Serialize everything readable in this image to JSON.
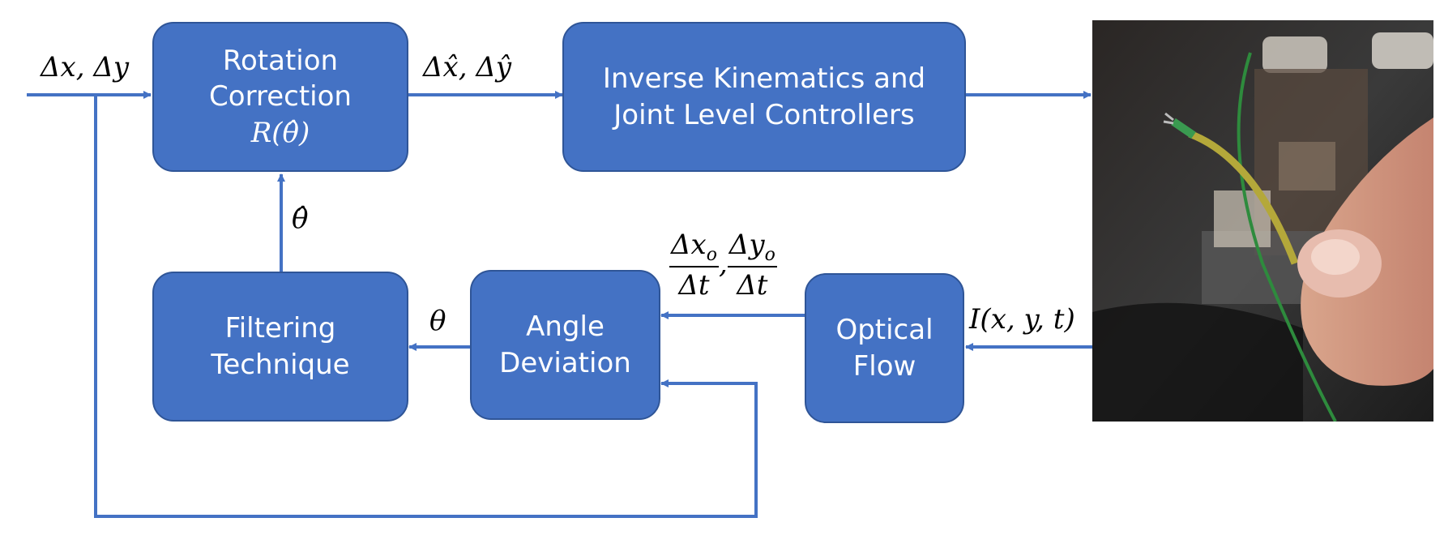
{
  "colors": {
    "block_fill": "#4472c4",
    "block_border": "#2f5597",
    "arrow": "#4472c4",
    "text_on_block": "#ffffff"
  },
  "blocks": {
    "rotation_correction": {
      "line1": "Rotation",
      "line2": "Correction",
      "math": "R(θ̂)"
    },
    "inverse_kinematics": {
      "line1": "Inverse Kinematics and",
      "line2": "Joint Level Controllers"
    },
    "filtering": {
      "line1": "Filtering",
      "line2": "Technique"
    },
    "angle_deviation": {
      "line1": "Angle",
      "line2": "Deviation"
    },
    "optical_flow": {
      "line1": "Optical",
      "line2": "Flow"
    }
  },
  "signals": {
    "input": "Δx, Δy",
    "corrected": "Δx̂, Δŷ",
    "theta_hat": "θ̂",
    "theta": "θ",
    "flow_x_num": "Δx",
    "flow_x_sub": "o",
    "flow_y_num": "Δy",
    "flow_y_sub": "o",
    "dt": "Δt",
    "image": "I(x, y, t)"
  },
  "photo": {
    "subject": "hand holding flexible continuum robot tip with green and yellow wire",
    "icon": "robot-photo"
  }
}
